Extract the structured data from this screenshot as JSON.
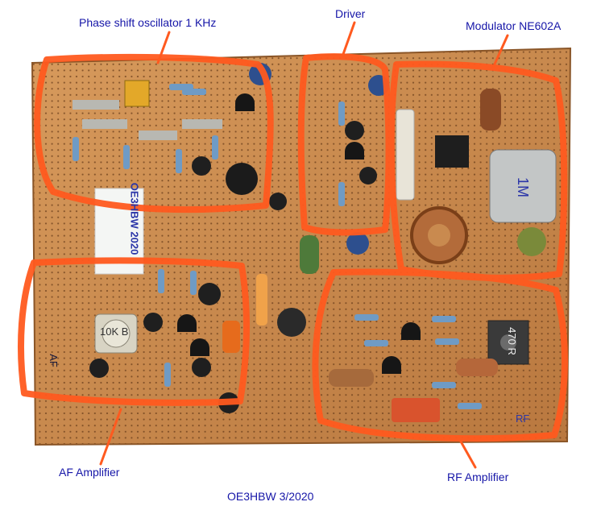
{
  "labels": {
    "phase_shift": "Phase shift oscillator 1 KHz",
    "driver": "Driver",
    "modulator": "Modulator NE602A",
    "af_amplifier": "AF Amplifier",
    "rf_amplifier": "RF Amplifier",
    "credit": "OE3HBW  3/2020"
  },
  "board_markings": {
    "card_text": "OE3HBW 2020",
    "trimmer_text": "10K B",
    "inductor_text": "470 R",
    "crystal_text": "1M",
    "af_label": "AF",
    "rf_label": "RF"
  },
  "colors": {
    "board": "#c98a4f",
    "outline": "#ff5a1f",
    "label": "#1616a8"
  }
}
